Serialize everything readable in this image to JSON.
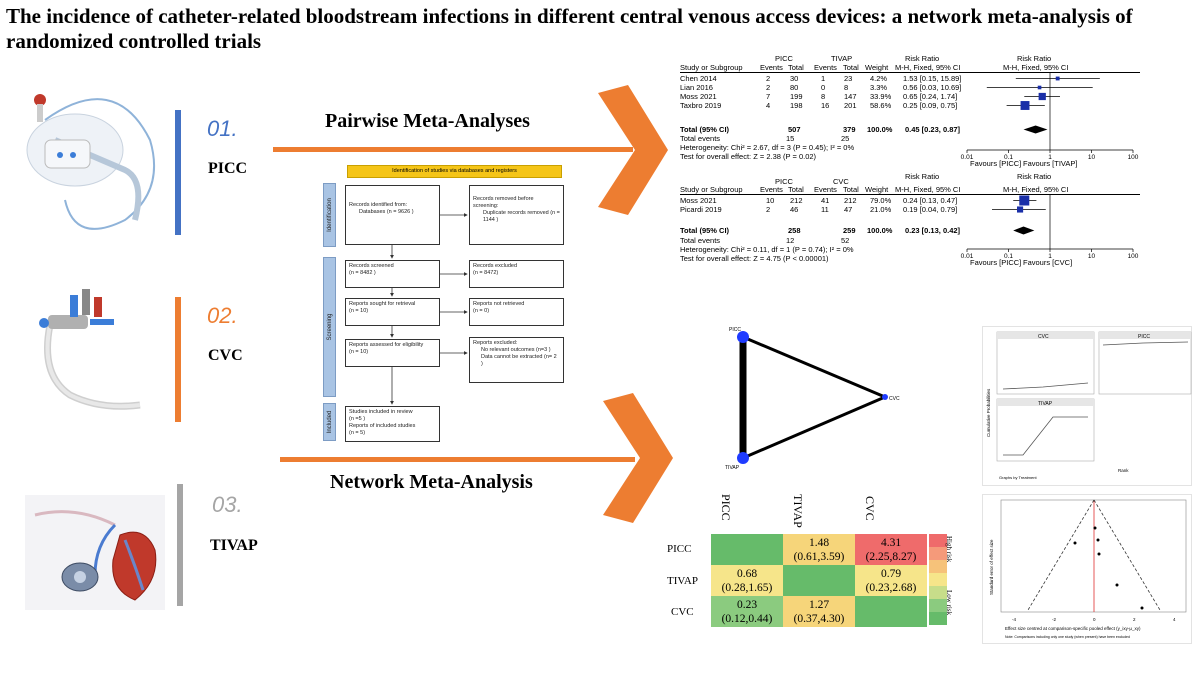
{
  "title": "The incidence of catheter-related bloodstream infections in different central venous access devices: a network meta-analysis of randomized controlled trials",
  "devices": [
    {
      "number": "01.",
      "name": "PICC",
      "color": "#4472c4"
    },
    {
      "number": "02.",
      "name": "CVC",
      "color": "#ed7d31"
    },
    {
      "number": "03.",
      "name": "TIVAP",
      "color": "#a5a5a5"
    }
  ],
  "sections": {
    "pairwise": "Pairwise Meta-Analyses",
    "network": "Network Meta-Analysis"
  },
  "prisma": {
    "header": "Identification of studies via databases and registers",
    "side_identification": "Identification",
    "side_screening": "Screening",
    "side_included": "Included",
    "records_identified": "Records identified from:",
    "databases": "Databases (n = 9626 )",
    "removed_title": "Records removed before screening:",
    "removed_dup": "Duplicate records removed (n = 1144 )",
    "screened": "Records screened",
    "screened_n": "(n = 8482 )",
    "excluded": "Records excluded",
    "excluded_n": "(n = 8472)",
    "sought": "Reports sought for retrieval",
    "sought_n": "(n = 10)",
    "not_retrieved": "Reports not retrieved",
    "not_retrieved_n": "(n = 0)",
    "assessed": "Reports assessed for eligibility",
    "assessed_n": "(n = 10)",
    "reports_excluded": "Reports excluded:",
    "reason1": "No relevant outcomes (n=3 )",
    "reason2": "Data cannot be extracted (n= 2 )",
    "included1": "Studies included in review",
    "included1_n": "(n =5 )",
    "included2": "Reports of included studies",
    "included2_n": "(n = 5)"
  },
  "forest1": {
    "hdr_exp": "PICC",
    "hdr_ctl": "TIVAP",
    "hdr_rr": "Risk Ratio",
    "hdr_rr2": "Risk Ratio",
    "col_study": "Study or Subgroup",
    "col_events": "Events",
    "col_total": "Total",
    "col_events2": "Events",
    "col_total2": "Total",
    "col_weight": "Weight",
    "col_method": "M-H, Fixed, 95% CI",
    "col_method2": "M-H, Fixed, 95% CI",
    "rows": [
      {
        "study": "Chen 2014",
        "e1": "2",
        "t1": "30",
        "e2": "1",
        "t2": "23",
        "w": "4.2%",
        "ci": "1.53 [0.15, 15.89]",
        "rr": 1.53,
        "lo": 0.15,
        "hi": 15.89
      },
      {
        "study": "Lian 2016",
        "e1": "2",
        "t1": "80",
        "e2": "0",
        "t2": "8",
        "w": "3.3%",
        "ci": "0.56 [0.03, 10.69]",
        "rr": 0.56,
        "lo": 0.03,
        "hi": 10.69
      },
      {
        "study": "Moss 2021",
        "e1": "7",
        "t1": "199",
        "e2": "8",
        "t2": "147",
        "w": "33.9%",
        "ci": "0.65 [0.24, 1.74]",
        "rr": 0.65,
        "lo": 0.24,
        "hi": 1.74
      },
      {
        "study": "Taxbro 2019",
        "e1": "4",
        "t1": "198",
        "e2": "16",
        "t2": "201",
        "w": "58.6%",
        "ci": "0.25 [0.09, 0.75]",
        "rr": 0.25,
        "lo": 0.09,
        "hi": 0.75
      }
    ],
    "total_label": "Total (95% CI)",
    "total_t1": "507",
    "total_t2": "379",
    "total_w": "100.0%",
    "total_ci": "0.45 [0.23, 0.87]",
    "total_rr": 0.45,
    "total_lo": 0.23,
    "total_hi": 0.87,
    "events_label": "Total events",
    "events1": "15",
    "events2": "25",
    "het": "Heterogeneity: Chi² = 2.67, df = 3 (P = 0.45); I² = 0%",
    "overall": "Test for overall effect: Z = 2.38 (P = 0.02)",
    "axis_ticks": [
      "0.01",
      "0.1",
      "1",
      "10",
      "100"
    ],
    "favours_left": "Favours [PICC]",
    "favours_right": "Favours [TIVAP]"
  },
  "forest2": {
    "hdr_exp": "PICC",
    "hdr_ctl": "CVC",
    "hdr_rr": "Risk Ratio",
    "hdr_rr2": "Risk Ratio",
    "col_study": "Study or Subgroup",
    "col_events": "Events",
    "col_total": "Total",
    "col_events2": "Events",
    "col_total2": "Total",
    "col_weight": "Weight",
    "col_method": "M-H, Fixed, 95% CI",
    "col_method2": "M-H, Fixed, 95% CI",
    "rows": [
      {
        "study": "Moss 2021",
        "e1": "10",
        "t1": "212",
        "e2": "41",
        "t2": "212",
        "w": "79.0%",
        "ci": "0.24 [0.13, 0.47]",
        "rr": 0.24,
        "lo": 0.13,
        "hi": 0.47
      },
      {
        "study": "Picardi 2019",
        "e1": "2",
        "t1": "46",
        "e2": "11",
        "t2": "47",
        "w": "21.0%",
        "ci": "0.19 [0.04, 0.79]",
        "rr": 0.19,
        "lo": 0.04,
        "hi": 0.79
      }
    ],
    "total_label": "Total (95% CI)",
    "total_t1": "258",
    "total_t2": "259",
    "total_w": "100.0%",
    "total_ci": "0.23 [0.13, 0.42]",
    "total_rr": 0.23,
    "total_lo": 0.13,
    "total_hi": 0.42,
    "events_label": "Total events",
    "events1": "12",
    "events2": "52",
    "het": "Heterogeneity: Chi² = 0.11, df = 1 (P = 0.74); I² = 0%",
    "overall": "Test for overall effect: Z = 4.75 (P < 0.00001)",
    "axis_ticks": [
      "0.01",
      "0.1",
      "1",
      "10",
      "100"
    ],
    "favours_left": "Favours [PICC]",
    "favours_right": "Favours [CVC]"
  },
  "network": {
    "nodes": [
      "PICC",
      "CVC",
      "TIVAP"
    ]
  },
  "league": {
    "col_headers": [
      "PICC",
      "TIVAP",
      "CVC"
    ],
    "row_headers": [
      "PICC",
      "TIVAP",
      "CVC"
    ],
    "cells": [
      [
        "",
        "1.48\n(0.61,3.59)",
        "4.31\n(2.25,8.27)"
      ],
      [
        "0.68\n(0.28,1.65)",
        "",
        "0.79\n(0.23,2.68)"
      ],
      [
        "0.23\n(0.12,0.44)",
        "1.27\n(0.37,4.30)",
        ""
      ]
    ],
    "cell_colors": [
      [
        "#66bb6a",
        "#f6d57a",
        "#ef6b6b"
      ],
      [
        "#f6e58a",
        "#66bb6a",
        "#f6e58a"
      ],
      [
        "#8bcb7f",
        "#f6d57a",
        "#66bb6a"
      ]
    ],
    "legend_high": "High risk",
    "legend_low": "Low risk",
    "legend_colors": [
      "#ef6b6b",
      "#f59a7a",
      "#f6c27a",
      "#f6e58a",
      "#c7dd8a",
      "#8bcb7f",
      "#66bb6a"
    ]
  },
  "sucra": {
    "panels": [
      "CVC",
      "PICC",
      "TIVAP"
    ],
    "ylabel": "Cumulative Probabilities",
    "xlabel": "Rank",
    "footer": "Graphs by Treatment"
  },
  "funnel": {
    "ylabel": "Standard error of effect size",
    "xlabel": "Effect size centred at comparison-specific pooled effect (y_ixy-μ_xy)",
    "note": "Note: Comparisons including only one study (when present) have been excluded",
    "x_ticks": [
      "-4",
      "-2",
      "0",
      "2",
      "4"
    ]
  }
}
